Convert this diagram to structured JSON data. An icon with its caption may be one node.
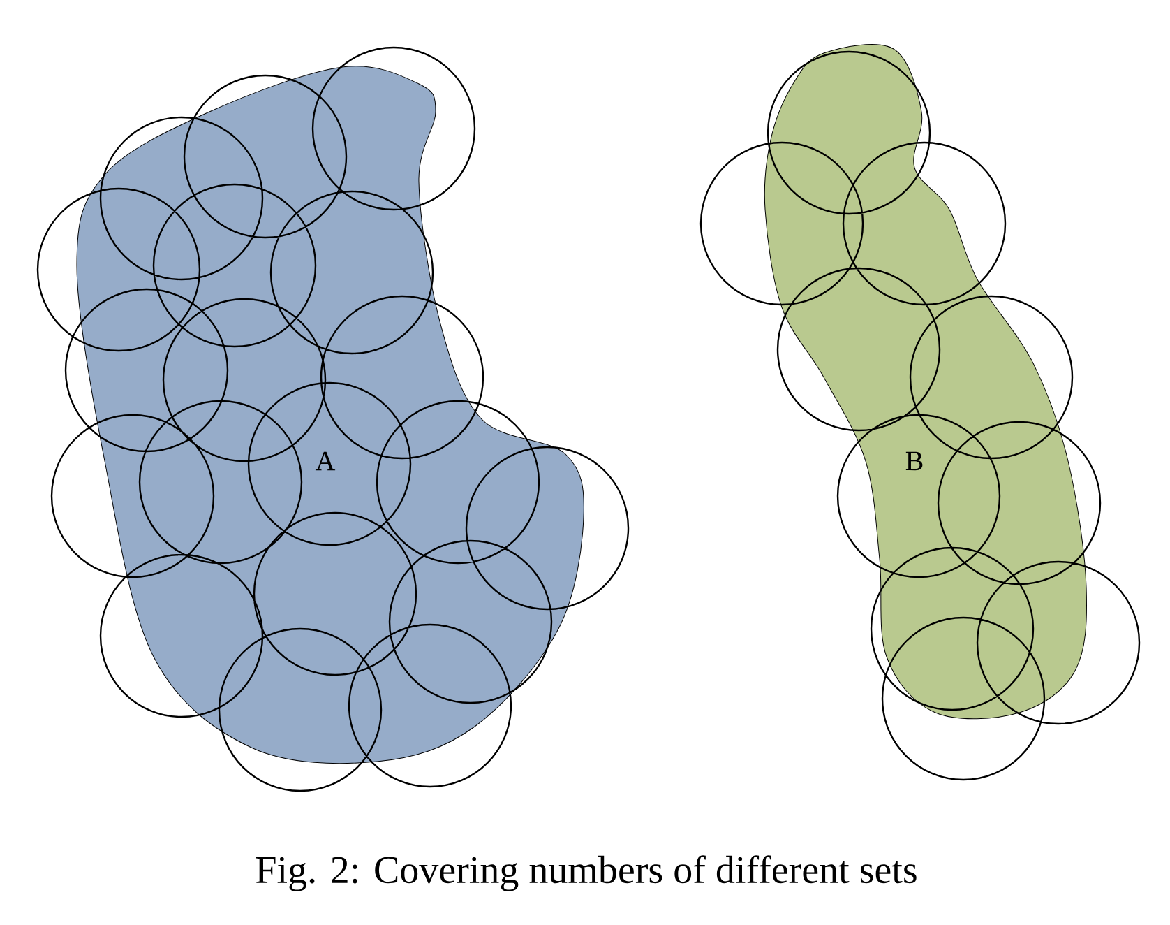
{
  "diagram": {
    "caption": "Fig. 2: Covering numbers of different sets",
    "nodes": [
      {
        "text": [
          "A"
        ]
      },
      {
        "text": [
          "B"
        ]
      }
    ]
  }
}
